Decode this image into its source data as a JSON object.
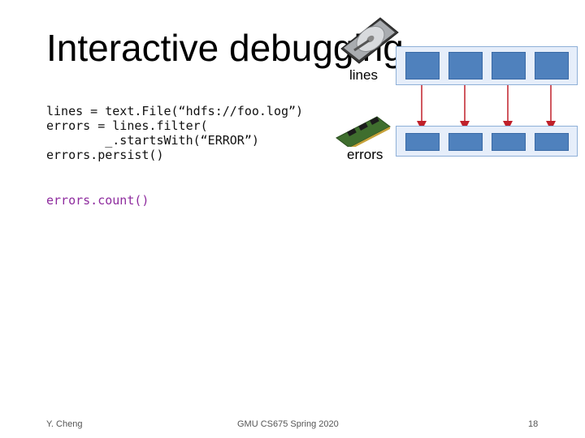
{
  "slide": {
    "title": "Interactive debugging",
    "code_lines": [
      "lines = text.File(“hdfs://foo.log”)",
      "errors = lines.filter(",
      "        _.startsWith(“ERROR”)",
      "errors.persist()"
    ],
    "code_highlight": "errors.count()"
  },
  "diagram": {
    "lines_label": "lines",
    "errors_label": "errors",
    "disk_icon": "hard-disk-icon",
    "ram_icon": "memory-module-icon",
    "colors": {
      "partition": "#4f81bd",
      "container": "#e6eefa",
      "arrow": "#c0202a"
    }
  },
  "footer": {
    "author": "Y. Cheng",
    "course": "GMU CS675 Spring 2020",
    "page": "18"
  }
}
